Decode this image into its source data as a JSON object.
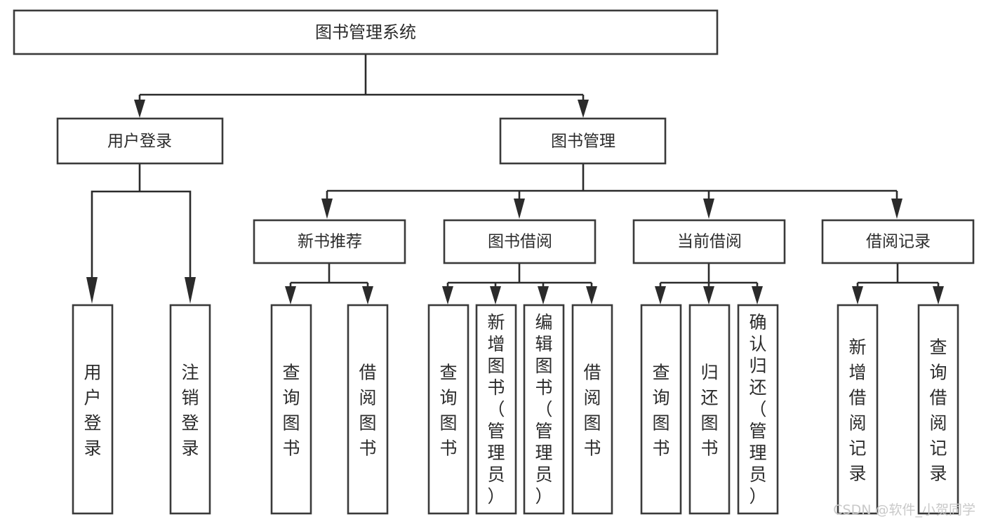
{
  "diagram": {
    "type": "tree",
    "title": "图书管理系统",
    "orientation": "top-down",
    "root": {
      "id": "root",
      "label": "图书管理系统"
    },
    "level2": [
      {
        "id": "user-login",
        "label": "用户登录"
      },
      {
        "id": "book-manage",
        "label": "图书管理"
      }
    ],
    "level3": [
      {
        "id": "new-book-recommend",
        "label": "新书推荐",
        "parent": "book-manage"
      },
      {
        "id": "book-borrow",
        "label": "图书借阅",
        "parent": "book-manage"
      },
      {
        "id": "current-borrow",
        "label": "当前借阅",
        "parent": "book-manage"
      },
      {
        "id": "borrow-record",
        "label": "借阅记录",
        "parent": "book-manage"
      }
    ],
    "leaves": [
      {
        "id": "leaf-user-login",
        "label": "用户登录",
        "parent": "user-login"
      },
      {
        "id": "leaf-logout",
        "label": "注销登录",
        "parent": "user-login"
      },
      {
        "id": "leaf-query-book-1",
        "label": "查询图书",
        "parent": "new-book-recommend"
      },
      {
        "id": "leaf-borrow-book-1",
        "label": "借阅图书",
        "parent": "new-book-recommend"
      },
      {
        "id": "leaf-query-book-2",
        "label": "查询图书",
        "parent": "book-borrow"
      },
      {
        "id": "leaf-add-book",
        "label": "新增图书（管理员）",
        "parent": "book-borrow"
      },
      {
        "id": "leaf-edit-book",
        "label": "编辑图书（管理员）",
        "parent": "book-borrow"
      },
      {
        "id": "leaf-borrow-book-2",
        "label": "借阅图书",
        "parent": "book-borrow"
      },
      {
        "id": "leaf-query-book-3",
        "label": "查询图书",
        "parent": "current-borrow"
      },
      {
        "id": "leaf-return-book",
        "label": "归还图书",
        "parent": "current-borrow"
      },
      {
        "id": "leaf-confirm-return",
        "label": "确认归还（管理员）",
        "parent": "current-borrow"
      },
      {
        "id": "leaf-add-record",
        "label": "新增借阅记录",
        "parent": "borrow-record"
      },
      {
        "id": "leaf-query-record",
        "label": "查询借阅记录",
        "parent": "borrow-record"
      }
    ],
    "colors": {
      "box_stroke": "#3a3a3a",
      "box_fill": "#ffffff",
      "line": "#2b2b2b",
      "text": "#2b2b2b",
      "background": "#ffffff",
      "watermark": "#c9c9c9"
    }
  },
  "watermark": {
    "text": "CSDN @软件_小贺同学"
  }
}
